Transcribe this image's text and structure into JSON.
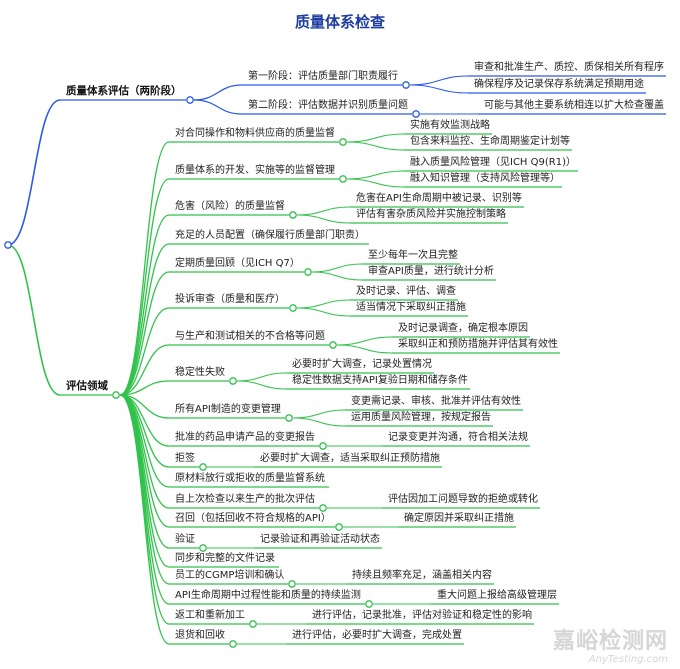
{
  "title": "质量体系检查",
  "colors": {
    "blue": "#2c5ae8",
    "green": "#31c24b",
    "title": "#1f3f9e"
  },
  "tree": {
    "branches": [
      {
        "label": "质量体系评估（两阶段）",
        "color": "blue",
        "children": [
          {
            "label": "第一阶段：评估质量部门职责履行",
            "children": [
              "审查和批准生产、质控、质保相关所有程序",
              "确保程序及记录保存系统满足预期用途"
            ]
          },
          {
            "label": "第二阶段：评估数据并识别质量问题",
            "children": [
              "可能与其他主要系统相连以扩大检查覆盖"
            ]
          }
        ]
      },
      {
        "label": "评估领域",
        "color": "green",
        "children": [
          {
            "label": "对合同操作和物料供应商的质量监督",
            "children": [
              "实施有效监测战略",
              "包含来料监控、生命周期鉴定计划等"
            ]
          },
          {
            "label": "质量体系的开发、实施等的监督管理",
            "children": [
              "融入质量风险管理（见ICH Q9(R1)）",
              "融入知识管理（支持风险管理等）"
            ]
          },
          {
            "label": "危害（风险）的质量监督",
            "children": [
              "危害在API生命周期中被记录、识别等",
              "评估有害杂质风险并实施控制策略"
            ]
          },
          {
            "label": "充足的人员配置（确保履行质量部门职责）",
            "children": []
          },
          {
            "label": "定期质量回顾（见ICH Q7）",
            "children": [
              "至少每年一次且完整",
              "审查API质量，进行统计分析"
            ]
          },
          {
            "label": "投诉审查（质量和医疗）",
            "children": [
              "及时记录、评估、调查",
              "适当情况下采取纠正措施"
            ]
          },
          {
            "label": "与生产和测试相关的不合格等问题",
            "children": [
              "及时记录调查，确定根本原因",
              "采取纠正和预防措施并评估其有效性"
            ]
          },
          {
            "label": "稳定性失败",
            "children": [
              "必要时扩大调查，记录处置情况",
              "稳定性数据支持API复验日期和储存条件"
            ]
          },
          {
            "label": "所有API制造的变更管理",
            "children": [
              "变更需记录、审核、批准并评估有效性",
              "运用质量风险管理，按规定报告"
            ]
          },
          {
            "label": "批准的药品申请产品的变更报告",
            "children": [
              "记录变更并沟通，符合相关法规"
            ]
          },
          {
            "label": "拒签",
            "children": [
              "必要时扩大调查，适当采取纠正预防措施"
            ]
          },
          {
            "label": "原材料放行或拒收的质量监督系统",
            "children": []
          },
          {
            "label": "自上次检查以来生产的批次评估",
            "children": [
              "评估因加工问题导致的拒绝或转化"
            ]
          },
          {
            "label": "召回（包括回收不符合规格的API）",
            "children": [
              "确定原因并采取纠正措施"
            ]
          },
          {
            "label": "验证",
            "children": [
              "记录验证和再验证活动状态"
            ]
          },
          {
            "label": "同步和完整的文件记录",
            "children": []
          },
          {
            "label": "员工的CGMP培训和确认",
            "children": [
              "持续且频率充足，涵盖相关内容"
            ]
          },
          {
            "label": "API生命周期中过程性能和质量的持续监测",
            "children": [
              "重大问题上报给高级管理层"
            ]
          },
          {
            "label": "返工和重新加工",
            "children": [
              "进行评估，记录批准，评估对验证和稳定性的影响"
            ]
          },
          {
            "label": "退货和回收",
            "children": [
              "进行评估，必要时扩大调查，完成处置"
            ]
          }
        ]
      }
    ]
  },
  "watermark": {
    "cn": "嘉峪检测网",
    "en": "AnyTesting.com"
  }
}
